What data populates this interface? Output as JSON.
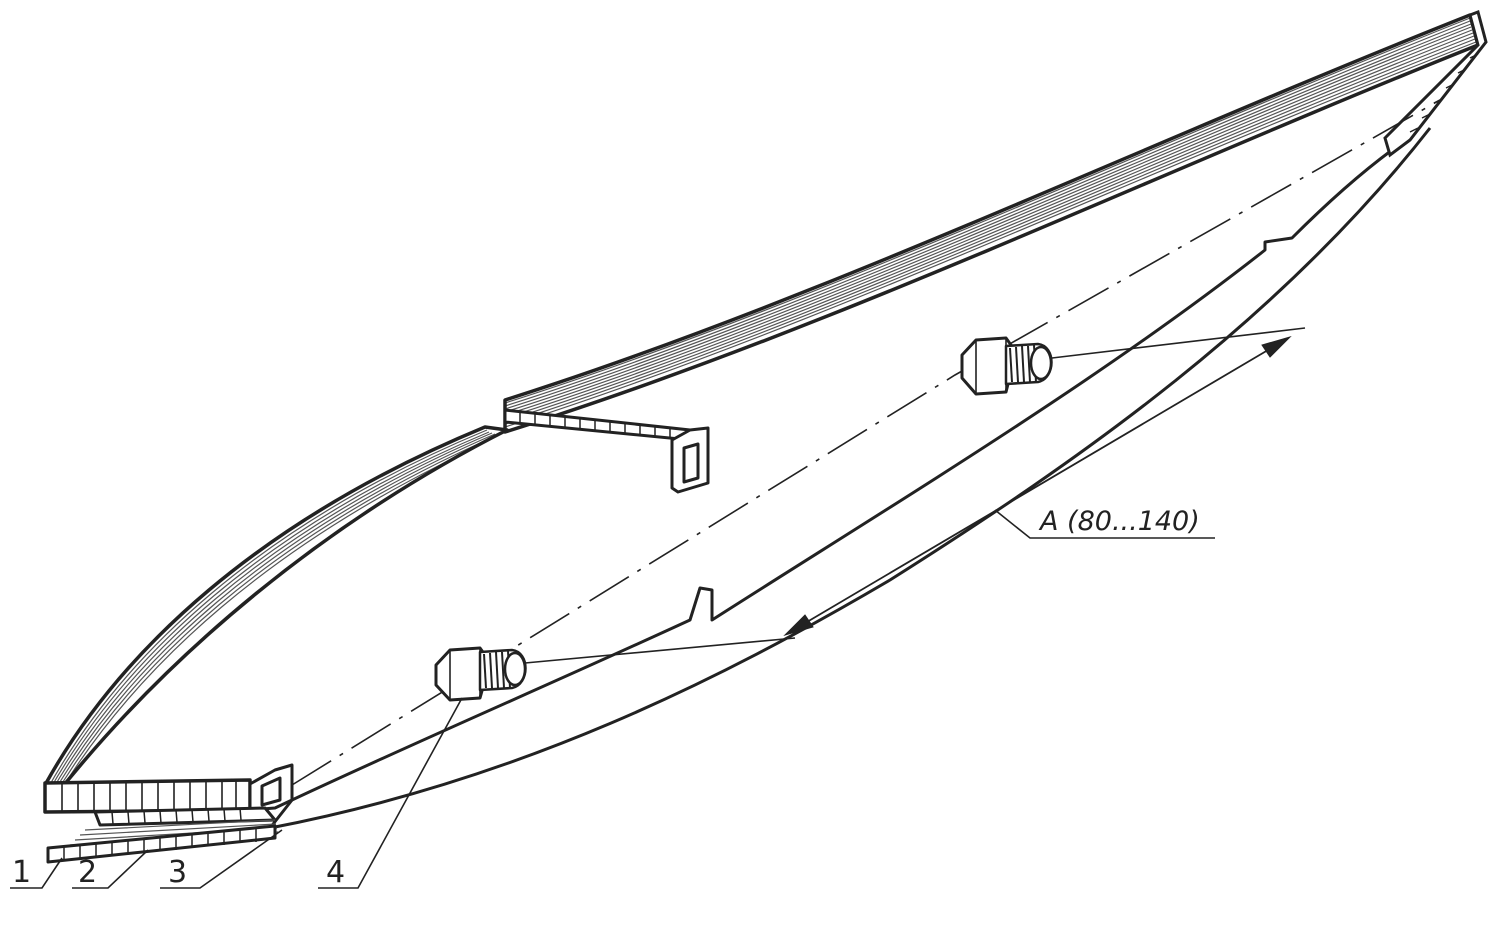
{
  "diagram": {
    "dimension_label": "A (80...140)",
    "callouts": [
      {
        "id": "1",
        "text": "1"
      },
      {
        "id": "2",
        "text": "2"
      },
      {
        "id": "3",
        "text": "3"
      },
      {
        "id": "4",
        "text": "4"
      }
    ]
  },
  "colors": {
    "line": "#222222",
    "background": "#ffffff"
  }
}
